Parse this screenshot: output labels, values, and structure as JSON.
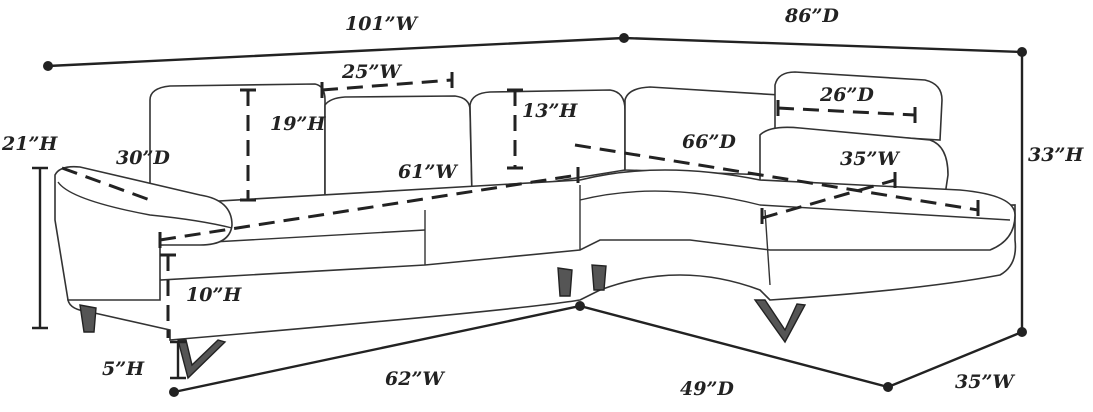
{
  "dimensions": {
    "overall_width": "101”W",
    "overall_depth": "86”D",
    "headrest_width": "25”W",
    "headrest_depth": "26”D",
    "back_height": "19”H",
    "headrest_height": "13”H",
    "arm_height": "21”H",
    "arm_depth": "30”D",
    "chaise_depth": "66”D",
    "chaise_seat_width": "35”W",
    "overall_height": "33”H",
    "seat_width": "61”W",
    "seat_height": "10”H",
    "leg_height": "5”H",
    "base_width": "62”W",
    "base_depth": "49”D",
    "chaise_width": "35”W"
  }
}
